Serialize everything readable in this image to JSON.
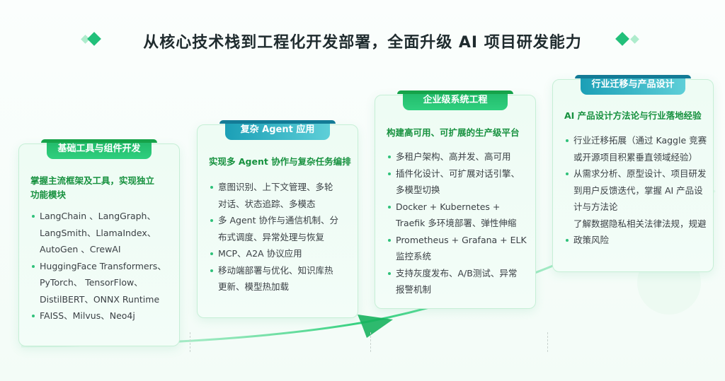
{
  "title": "从核心技术栈到工程化开发部署，全面升级 AI 项目研发能力",
  "colors": {
    "green": "#22c07a",
    "teal": "#1b9fb6",
    "title_green": "#17913f"
  },
  "cards": [
    {
      "header": "基础工具与组件开发",
      "title": "掌握主流框架及工具，实现独立功能模块",
      "title_lines": [
        "掌握主流框架及工具，实现独立",
        "功能模块"
      ],
      "items": [
        {
          "bullet": true,
          "lines": [
            "LangChain 、LangGraph、",
            "LangSmith、LlamaIndex、",
            "AutoGen 、CrewAI"
          ]
        },
        {
          "bullet": true,
          "lines": [
            "HuggingFace Transformers、",
            "PyTorch、 TensorFlow、",
            "DistilBERT、ONNX Runtime"
          ]
        },
        {
          "bullet": true,
          "lines": [
            "FAISS、Milvus、Neo4j"
          ]
        }
      ]
    },
    {
      "header": "复杂 Agent 应用",
      "title_lines": [
        "实现多 Agent 协作与复杂任务编排"
      ],
      "items": [
        {
          "bullet": true,
          "lines": [
            "意图识别、上下文管理、多轮",
            "对话、状态追踪、多模态"
          ]
        },
        {
          "bullet": true,
          "lines": [
            "多 Agent 协作与通信机制、分",
            "布式调度、异常处理与恢复"
          ]
        },
        {
          "bullet": true,
          "lines": [
            "MCP、A2A 协议应用"
          ]
        },
        {
          "bullet": true,
          "lines": [
            "移动端部署与优化、知识库热",
            "更新、模型热加载"
          ]
        }
      ]
    },
    {
      "header": "企业级系统工程",
      "title_lines": [
        "构建高可用、可扩展的生产级平台"
      ],
      "items": [
        {
          "bullet": true,
          "lines": [
            "多租户架构、高并发、高可用"
          ]
        },
        {
          "bullet": true,
          "lines": [
            "插件化设计、可扩展对话引擎、",
            "多模型切换"
          ]
        },
        {
          "bullet": true,
          "lines": [
            "Docker + Kubernetes +",
            "Traefik 多环境部署、弹性伸缩"
          ]
        },
        {
          "bullet": true,
          "lines": [
            "Prometheus + Grafana + ELK",
            "监控系统"
          ]
        },
        {
          "bullet": true,
          "lines": [
            "支持灰度发布、A/B测试、异常",
            "报警机制"
          ]
        }
      ]
    },
    {
      "header": "行业迁移与产品设计",
      "title_lines": [
        "AI 产品设计方法论与行业落地经验"
      ],
      "items": [
        {
          "bullet": true,
          "lines": [
            "行业迁移拓展（通过 Kaggle 竞赛",
            "或开源项目积累垂直领域经验）"
          ]
        },
        {
          "bullet": true,
          "lines": [
            "从需求分析、原型设计、项目研发",
            "到用户反馈迭代，掌握 AI 产品设",
            "计与方法论"
          ]
        },
        {
          "bullet": false,
          "lines": [
            "了解数据隐私相关法律法规，规避"
          ]
        },
        {
          "bullet": true,
          "lines": [
            "政策风险"
          ]
        }
      ]
    }
  ]
}
